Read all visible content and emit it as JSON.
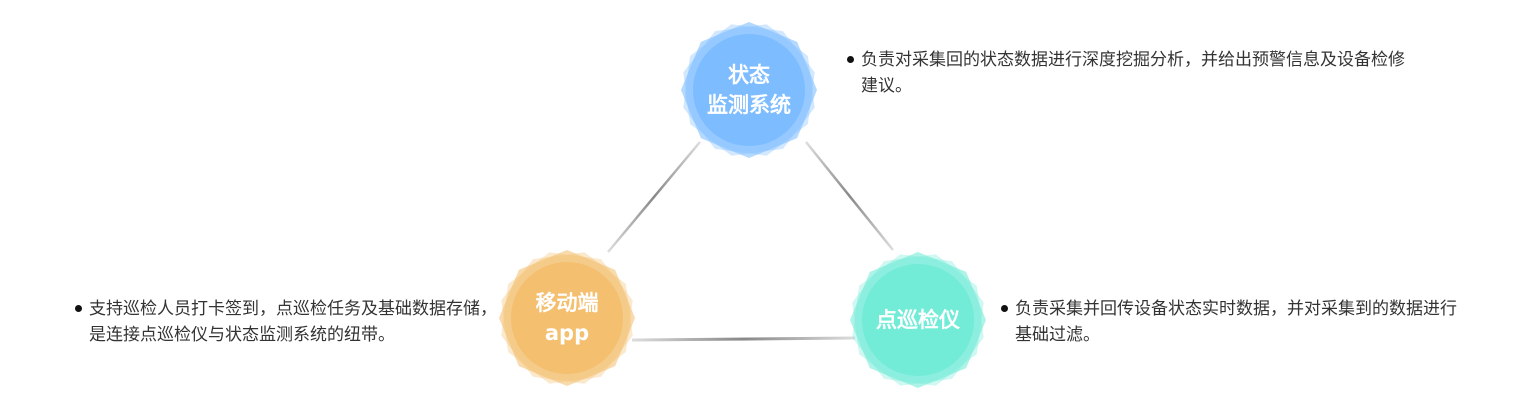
{
  "nodes": [
    {
      "title_line1": "状态",
      "title_line2": "监测系统",
      "color": "#7dbcff"
    },
    {
      "title_line1": "移动端",
      "title_line2": "app",
      "color": "#f4bf6f"
    },
    {
      "title_line1": "点巡检仪",
      "color": "#72ecd6"
    }
  ],
  "descriptions": {
    "monitor": "负责对采集回的状态数据进行深度挖掘分析，并给出预警信息及设备检修建议。",
    "mobile": "支持巡检人员打卡签到，点巡检任务及基础数据存储，是连接点巡检仪与状态监测系统的纽带。",
    "inspector": "负责采集并回传设备状态实时数据，并对采集到的数据进行基础过滤。"
  }
}
